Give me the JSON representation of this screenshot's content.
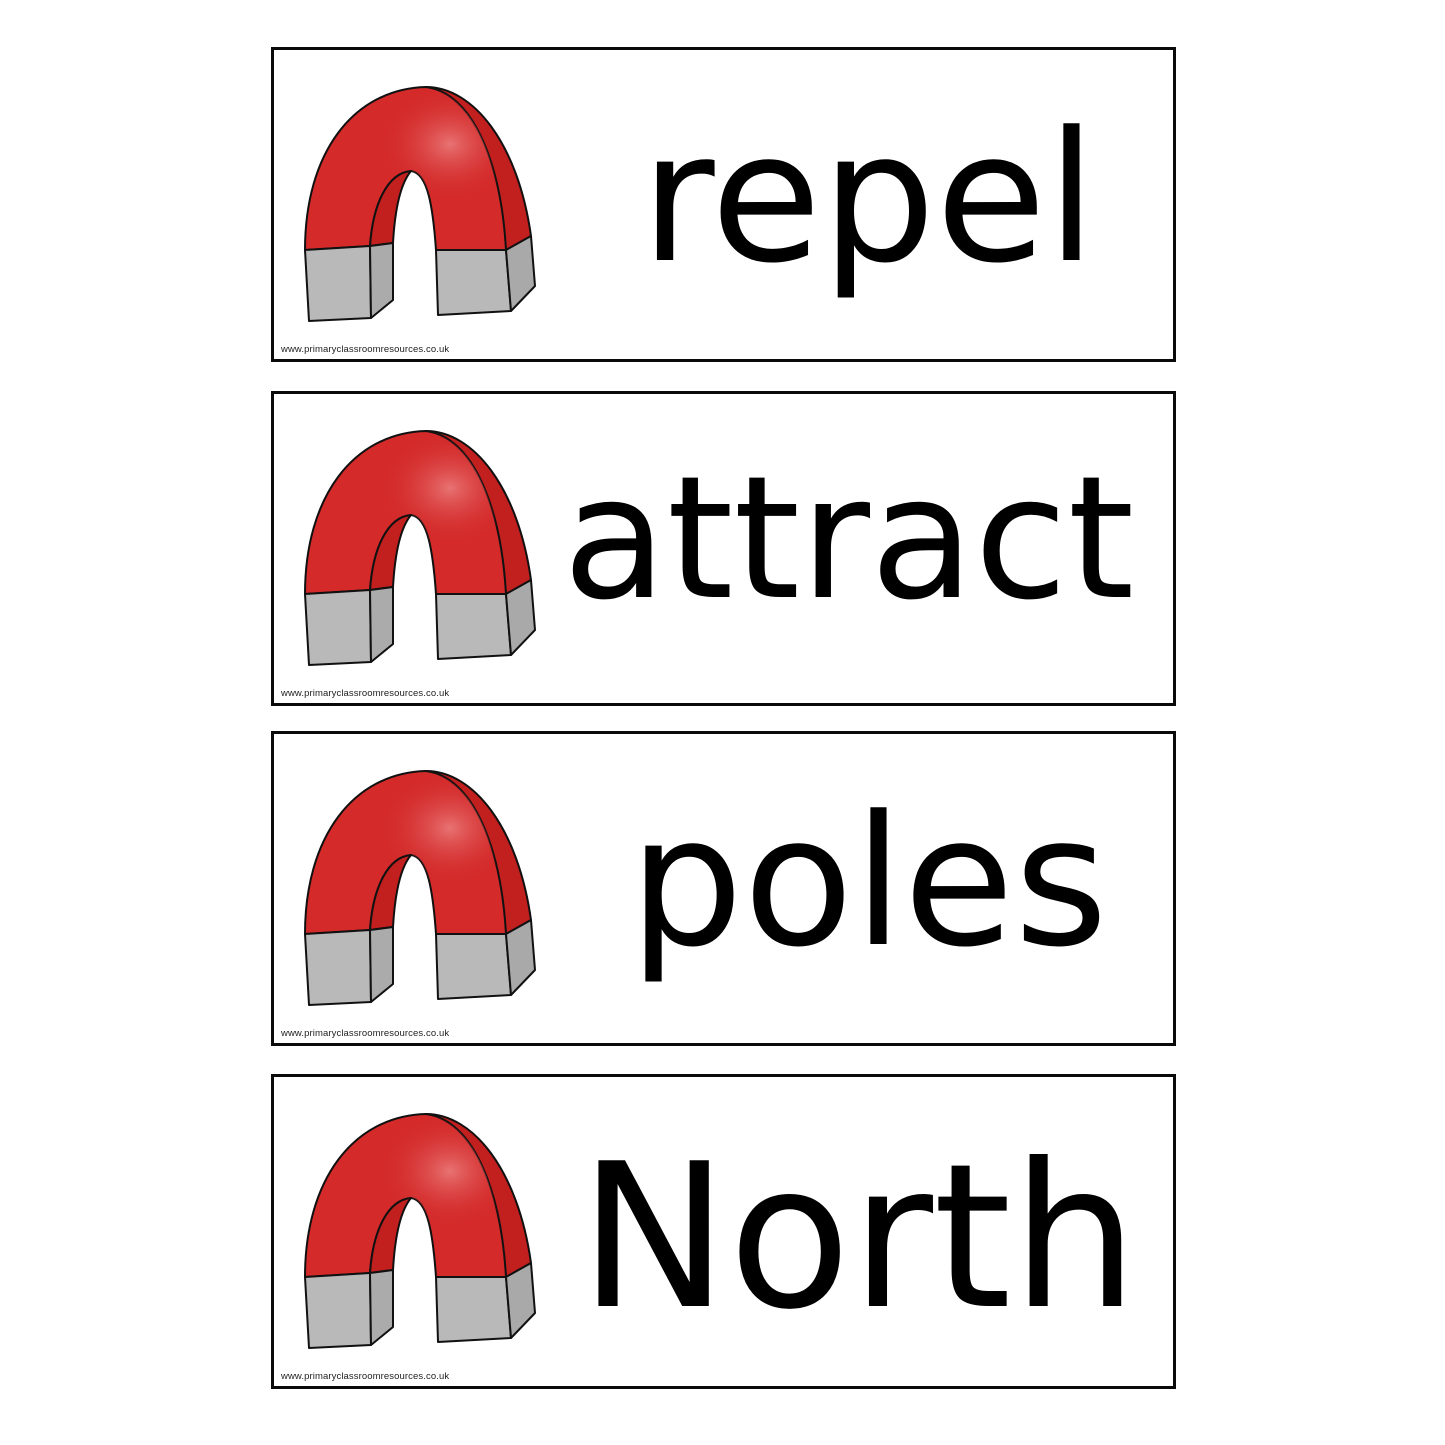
{
  "colors": {
    "border": "#0a0a0a",
    "magnet_red": "#d42a2a",
    "magnet_red_dark": "#c21f1f",
    "magnet_highlight": "#e86a6a",
    "magnet_grey": "#b9b9b9",
    "magnet_grey_side": "#a9a9a9",
    "text": "#000000",
    "background": "#ffffff"
  },
  "cards": [
    {
      "word": "repel",
      "icon": "horseshoe-magnet-icon",
      "watermark": "www.primaryclassroomresources.co.uk"
    },
    {
      "word": "attract",
      "icon": "horseshoe-magnet-icon",
      "watermark": "www.primaryclassroomresources.co.uk"
    },
    {
      "word": "poles",
      "icon": "horseshoe-magnet-icon",
      "watermark": "www.primaryclassroomresources.co.uk"
    },
    {
      "word": "North",
      "icon": "horseshoe-magnet-icon",
      "watermark": "www.primaryclassroomresources.co.uk"
    }
  ]
}
